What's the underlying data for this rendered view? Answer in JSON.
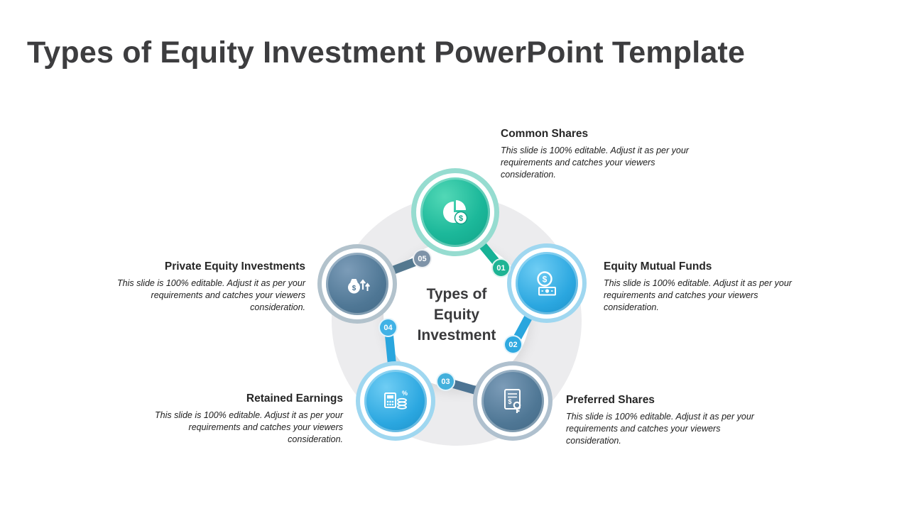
{
  "page_title": "Types of Equity Investment PowerPoint Template",
  "center": {
    "title": "Types of Equity Investment"
  },
  "items": [
    {
      "number": "01",
      "label": "Common Shares",
      "description": "This slide is 100% editable. Adjust it as per your requirements and catches your viewers consideration.",
      "icon": "pie-chart-coin-icon",
      "color": "#17b296"
    },
    {
      "number": "02",
      "label": "Equity Mutual Funds",
      "description": "This slide is 100% editable. Adjust it as per your requirements and catches your viewers consideration.",
      "icon": "dollar-coin-cash-icon",
      "color": "#2aa6de"
    },
    {
      "number": "03",
      "label": "Preferred Shares",
      "description": "This slide is 100% editable. Adjust it as per your requirements and catches your viewers consideration.",
      "icon": "share-certificate-key-icon",
      "color": "#4d7493"
    },
    {
      "number": "04",
      "label": "Retained Earnings",
      "description": "This slide is 100% editable. Adjust it as per your requirements and catches your viewers consideration.",
      "icon": "calculator-coins-icon",
      "color": "#2aa6de"
    },
    {
      "number": "05",
      "label": "Private Equity Investments",
      "description": "This slide is 100% editable. Adjust it as per your requirements and catches your viewers consideration.",
      "icon": "money-bag-growth-icon",
      "color": "#54788f"
    }
  ],
  "colors": {
    "title_text": "#3d3d3f",
    "hub_ring_gray": "#ececee",
    "green": "#17b296",
    "light_blue": "#2aa6de",
    "slate_blue": "#4d7493"
  }
}
